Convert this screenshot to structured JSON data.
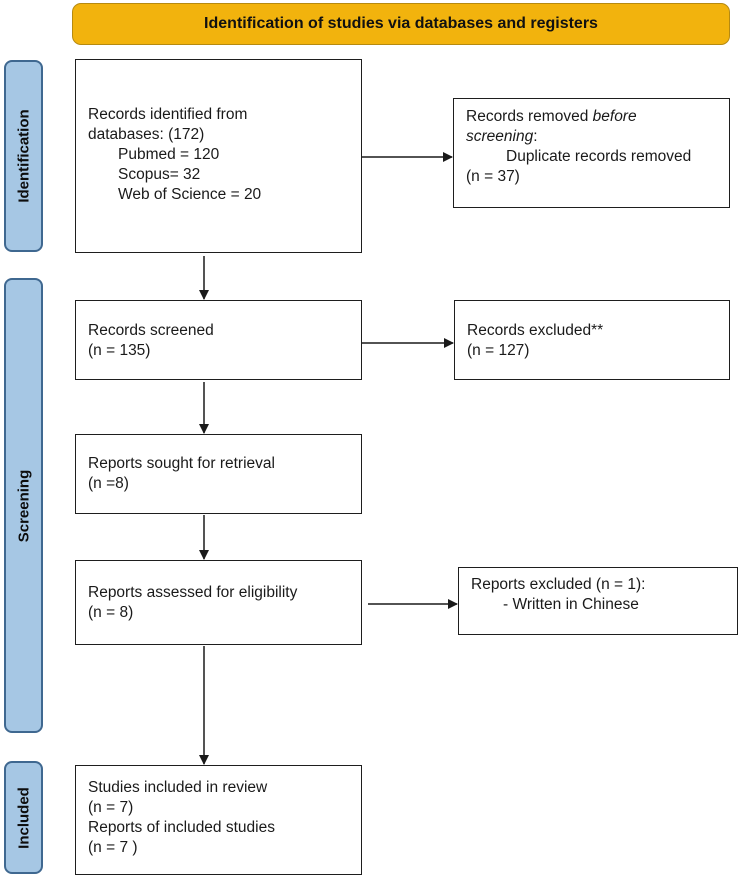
{
  "header": {
    "title": "Identification of studies via databases and registers"
  },
  "phases": {
    "identification": "Identification",
    "screening": "Screening",
    "included": "Included"
  },
  "boxes": {
    "identified": {
      "line1": "Records identified from",
      "line2": "databases: (172)",
      "pubmed": "Pubmed = 120",
      "scopus": "Scopus= 32",
      "wos": "Web of Science = 20"
    },
    "removed": {
      "line1": "Records removed ",
      "line1_italic": "before",
      "line2_italic": "screening",
      "line2_rest": ":",
      "line3": "Duplicate records removed",
      "line4": "(n = 37)"
    },
    "screened": {
      "line1": "Records screened",
      "line2": "(n = 135)"
    },
    "excluded": {
      "line1": "Records excluded**",
      "line2": "(n = 127)"
    },
    "sought": {
      "line1": "Reports sought for retrieval",
      "line2": "(n =8)"
    },
    "assessed": {
      "line1": "Reports assessed for eligibility",
      "line2": "(n = 8)"
    },
    "reports_excluded": {
      "line1": "Reports excluded (n = 1):",
      "line2": "- Written in Chinese"
    },
    "included": {
      "line1": "Studies included in review",
      "line2": "(n = 7)",
      "line3": "Reports of included studies",
      "line4": "(n = 7 )"
    }
  },
  "colors": {
    "header_fill": "#f2b30d",
    "phase_fill": "#a6c7e4",
    "phase_border": "#3f6890"
  }
}
